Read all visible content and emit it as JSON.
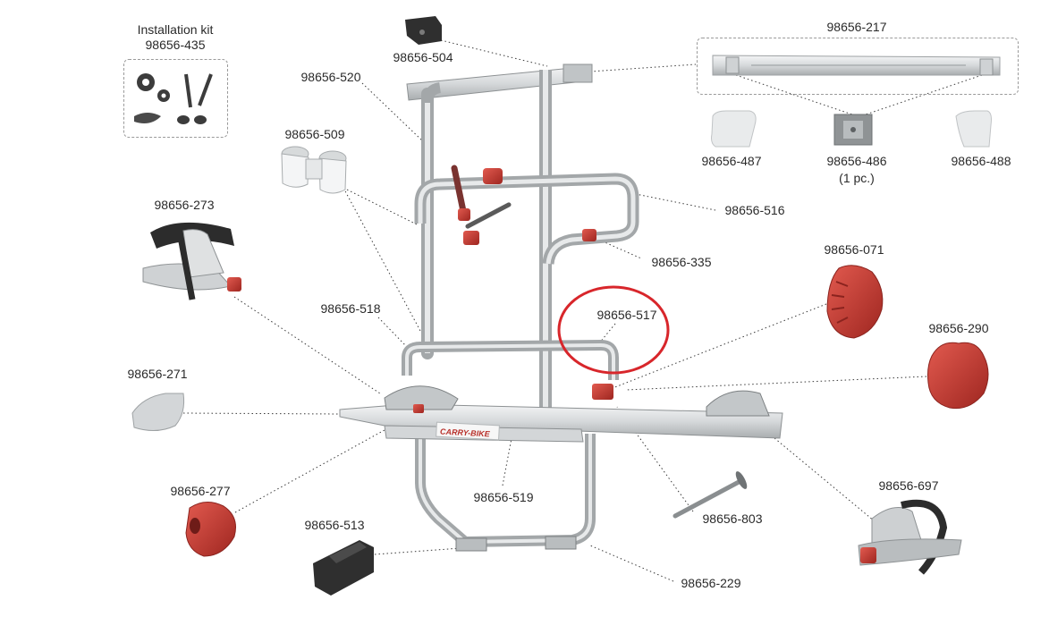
{
  "kit": {
    "title": "Installation kit",
    "part": "98656-435"
  },
  "parts": {
    "p504": "98656-504",
    "p217": "98656-217",
    "p520": "98656-520",
    "p509": "98656-509",
    "p487": "98656-487",
    "p486": "98656-486",
    "p486_note": "(1 pc.)",
    "p488": "98656-488",
    "p516": "98656-516",
    "p273": "98656-273",
    "p335": "98656-335",
    "p071": "98656-071",
    "p518": "98656-518",
    "p517": "98656-517",
    "p290": "98656-290",
    "p271": "98656-271",
    "p519": "98656-519",
    "p277": "98656-277",
    "p697": "98656-697",
    "p803": "98656-803",
    "p513": "98656-513",
    "p229": "98656-229"
  },
  "brand_decal": "CARRY-BIKE",
  "colors": {
    "frame": "#c9cccd",
    "red_part": "#c8352e",
    "highlight_circle": "#d8262b",
    "dark_part": "#2b2b2b"
  }
}
